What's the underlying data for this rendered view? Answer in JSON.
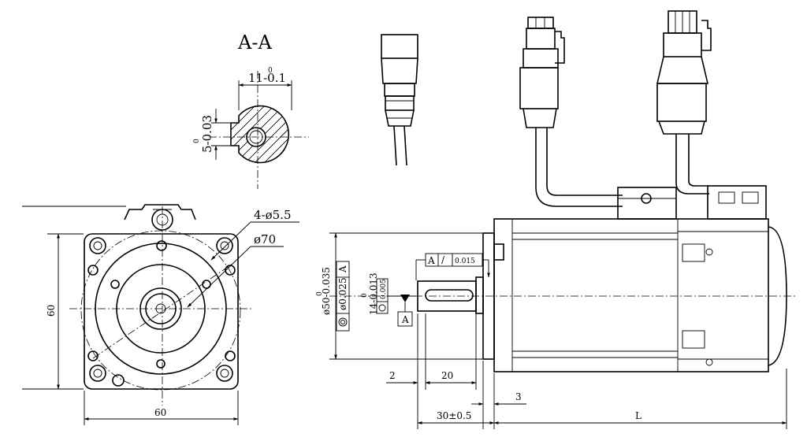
{
  "section_label": "A-A",
  "section": {
    "width_tol": "11-0.1",
    "width_tol_top": "0",
    "key_tol": "5-0.03",
    "key_tol_top": "0"
  },
  "front_view": {
    "holes": "4-ø5.5",
    "pcd": "ø70",
    "height": "60",
    "width": "60"
  },
  "side_view": {
    "runout": "0.015",
    "runout_datum": "A",
    "pilot_dia": "ø50-0.035",
    "pilot_dia_top": "0",
    "coaxiality": "ø0.025",
    "coaxiality_datum": "A",
    "shaft_dia": "14-0.013",
    "shaft_dia_top": "0",
    "shaft_tol": "0.005",
    "datum": "A",
    "flange_offset": "2",
    "key_length": "20",
    "flange_thk": "3",
    "shaft_length": "30±0.5",
    "body_length": "L"
  }
}
